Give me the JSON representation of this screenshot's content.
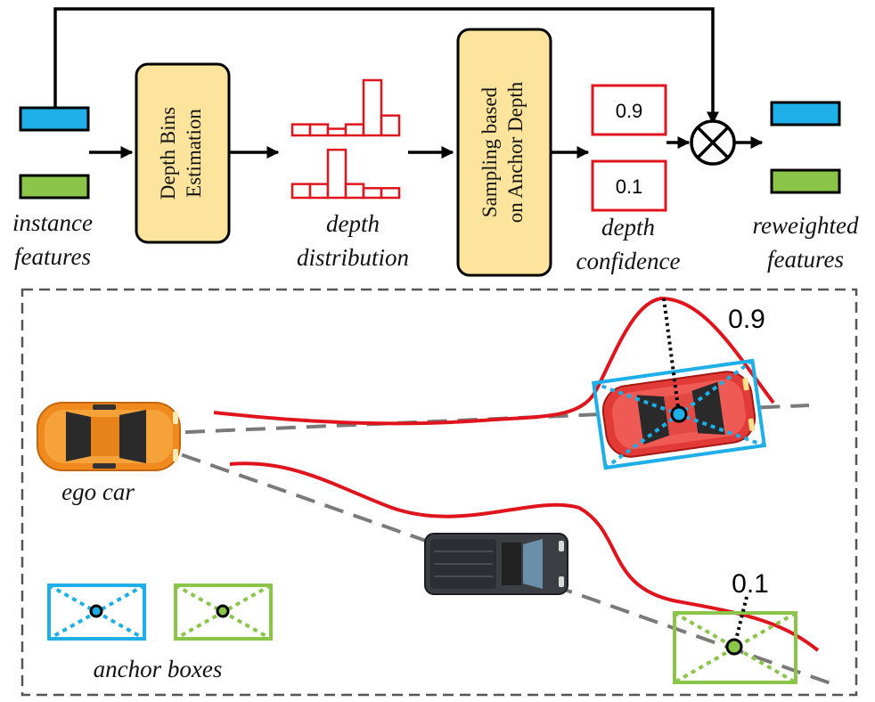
{
  "top": {
    "input_label_line1": "instance",
    "input_label_line2": "features",
    "depth_bins_line1": "Depth Bins",
    "depth_bins_line2": "Estimation",
    "distribution_label_line1": "depth",
    "distribution_label_line2": "distribution",
    "sampling_line1": "Sampling based",
    "sampling_line2": "on Anchor Depth",
    "confidence_value_1": "0.9",
    "confidence_value_2": "0.1",
    "confidence_label_line1": "depth",
    "confidence_label_line2": "confidence",
    "output_label_line1": "reweighted",
    "output_label_line2": "features"
  },
  "bottom": {
    "ego_label": "ego car",
    "score_high": "0.9",
    "score_low": "0.1",
    "legend_label": "anchor boxes"
  },
  "histograms": {
    "upper": [
      1,
      1,
      0.6,
      1,
      5,
      1.8
    ],
    "lower": [
      1,
      1,
      3.5,
      1,
      0.7,
      0.7
    ]
  },
  "colors": {
    "blue": "#1eaee8",
    "green": "#8ac54a",
    "red": "#e0141c",
    "box_fill": "#fde49c",
    "dash": "#7a7a7a"
  }
}
